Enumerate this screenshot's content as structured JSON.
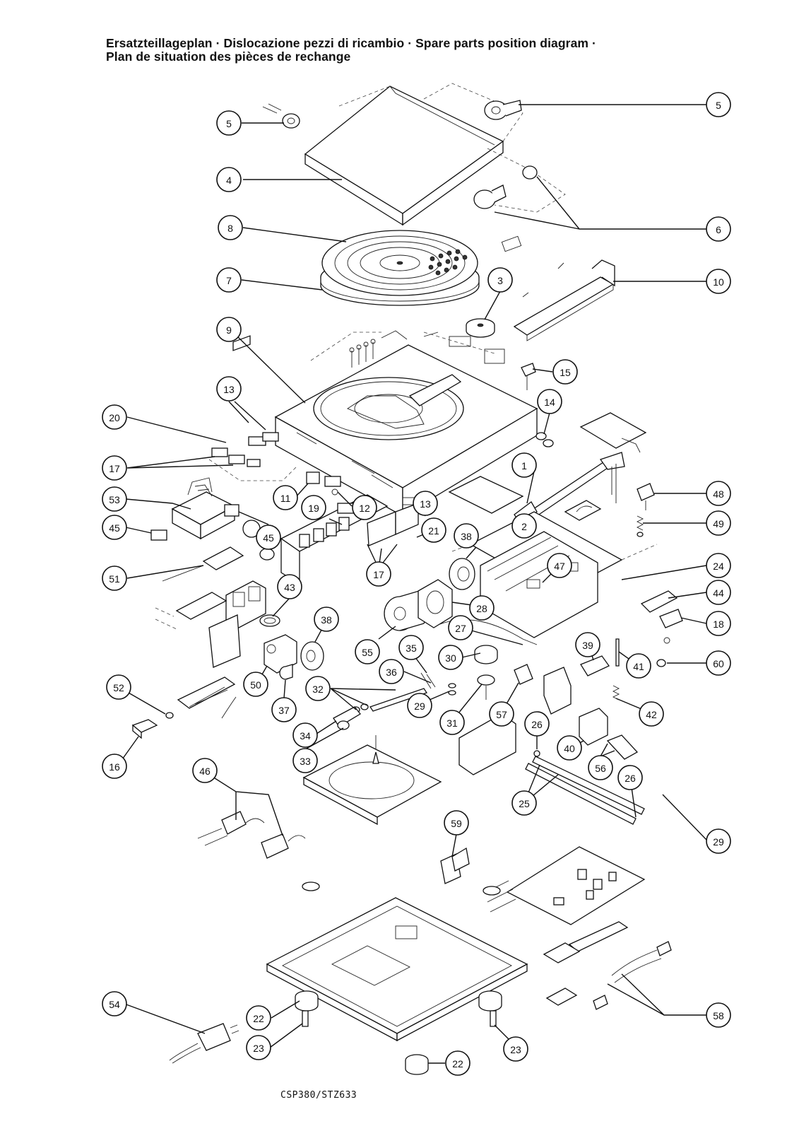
{
  "heading": {
    "line1": "Ersatzteillageplan · Dislocazione pezzi di ricambio · Spare parts position diagram ·",
    "line2": "Plan de situation des pièces de rechange"
  },
  "model_code": "CSP380/STZ633",
  "callouts": [
    "5",
    "5",
    "4",
    "6",
    "8",
    "7",
    "3",
    "10",
    "9",
    "15",
    "14",
    "13",
    "20",
    "17",
    "53",
    "45",
    "45",
    "11",
    "12",
    "19",
    "13",
    "21",
    "1",
    "2",
    "38",
    "48",
    "49",
    "51",
    "17",
    "47",
    "24",
    "44",
    "43",
    "18",
    "28",
    "38",
    "27",
    "55",
    "35",
    "30",
    "39",
    "41",
    "60",
    "36",
    "32",
    "29",
    "31",
    "57",
    "52",
    "37",
    "50",
    "34",
    "33",
    "26",
    "42",
    "40",
    "16",
    "56",
    "26",
    "46",
    "25",
    "29",
    "59",
    "54",
    "22",
    "23",
    "22",
    "23",
    "58"
  ]
}
